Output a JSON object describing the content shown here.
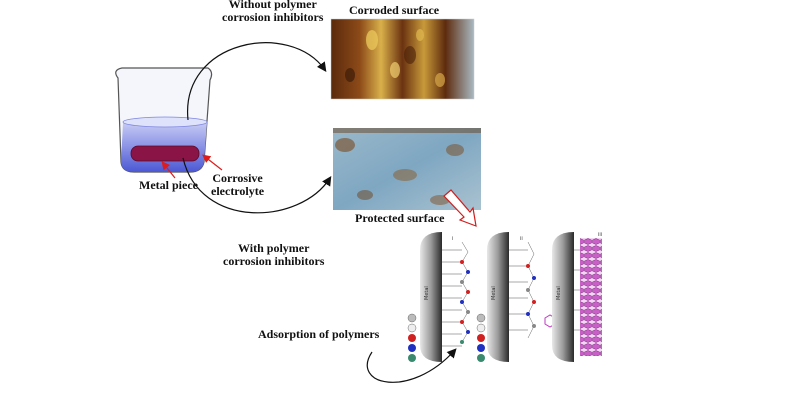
{
  "labels": {
    "without_line1": "Without polymer",
    "without_line2": "corrosion inhibitors",
    "corroded": "Corroded surface",
    "protected": "Protected surface",
    "metal_piece": "Metal piece",
    "corrosive_line1": "Corrosive",
    "corrosive_line2": "electrolyte",
    "with_line1": "With polymer",
    "with_line2": "corrosion inhibitors",
    "adsorption": "Adsorption of polymers"
  },
  "panels": {
    "p1": "i",
    "p2": "ii",
    "p3": "iii",
    "metal_text": "Metal"
  },
  "colors": {
    "electrolyte": "#5560d8",
    "metal_piece": "#8a1446",
    "red_arrow": "#e01b1b",
    "rust": "#7a3a12",
    "protected_blue": "#8fb3cc",
    "film_purple": "#cc66cc"
  },
  "icons": [
    "beaker-icon",
    "metal-piece-icon",
    "hollow-arrow-icon",
    "metal-slab-icon",
    "molecule-chain-icon",
    "hexagon-film-icon",
    "atom-legend-icon"
  ]
}
